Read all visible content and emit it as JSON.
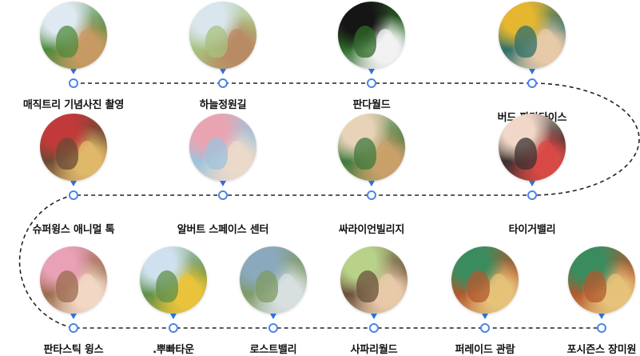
{
  "route": {
    "line_color": "#222222",
    "dot_color": "#4a86e8",
    "pin_color": "#2f6fd8"
  },
  "stops": [
    {
      "id": "magic-tree",
      "label": "매직트리 기념사진 촬영",
      "photo": "giant decorated tree",
      "colors": [
        "#4f8a3c",
        "#c79a63",
        "#dfe9f2"
      ]
    },
    {
      "id": "sky-garden",
      "label": "하늘정원길",
      "photo": "aerial park landscape",
      "colors": [
        "#a7c27d",
        "#b98b65",
        "#d9e6ee"
      ]
    },
    {
      "id": "panda-world",
      "label": "판다월드",
      "photo": "panda",
      "colors": [
        "#2f6b2a",
        "#f1f1f1",
        "#151515"
      ]
    },
    {
      "id": "bird-paradise",
      "label": "버드 파라다이스",
      "photo": "family with parrot",
      "colors": [
        "#2d6f6a",
        "#e7c9a8",
        "#e5b630"
      ]
    },
    {
      "id": "super-wings",
      "label": "슈퍼윙스 애니멀 톡",
      "photo": "colorful show house",
      "colors": [
        "#6a4a34",
        "#e0b86a",
        "#c2393a"
      ]
    },
    {
      "id": "albert-space",
      "label": "알버트 스페이스 센터",
      "photo": "kids on elephant ride",
      "colors": [
        "#9cc3dc",
        "#ebd9c9",
        "#e9a4b2"
      ]
    },
    {
      "id": "ssarai-village",
      "label": "싸라이언빌리지",
      "photo": "family on pirate ship ride",
      "colors": [
        "#3f7a3c",
        "#caa06a",
        "#e8d2b8"
      ]
    },
    {
      "id": "tiger-valley",
      "label": "타이거밸리",
      "photo": "girls on swing ride",
      "colors": [
        "#3b3030",
        "#d84a45",
        "#f0d7c7"
      ]
    },
    {
      "id": "fantastic-wings",
      "label": "판타스틱 윙스",
      "photo": "family on swan ride",
      "colors": [
        "#9b6b4d",
        "#f2d7c4",
        "#e8a1b6"
      ]
    },
    {
      "id": "ppuppa-town",
      "label": ".뿌빠타운",
      "photo": "yellow safari bus",
      "colors": [
        "#5e8f4a",
        "#e9c33b",
        "#cfe1ef"
      ]
    },
    {
      "id": "lost-valley",
      "label": "로스트밸리",
      "photo": "amphibious vehicle in water",
      "colors": [
        "#7d9a63",
        "#d8dfe0",
        "#8ba9bd"
      ]
    },
    {
      "id": "safari-world",
      "label": "사파리월드",
      "photo": "family on safari bus",
      "colors": [
        "#6a5039",
        "#e7c9a8",
        "#b9d28a"
      ]
    },
    {
      "id": "parade",
      "label": "퍼레이드 관람",
      "photo": "performers in costume",
      "colors": [
        "#b3582e",
        "#e6c27a",
        "#3a8c5e"
      ]
    },
    {
      "id": "forsions-garden",
      "label": "포시즌스 장미원",
      "photo": "performers in costume",
      "colors": [
        "#b3582e",
        "#e6c27a",
        "#3a8c5e"
      ]
    }
  ]
}
